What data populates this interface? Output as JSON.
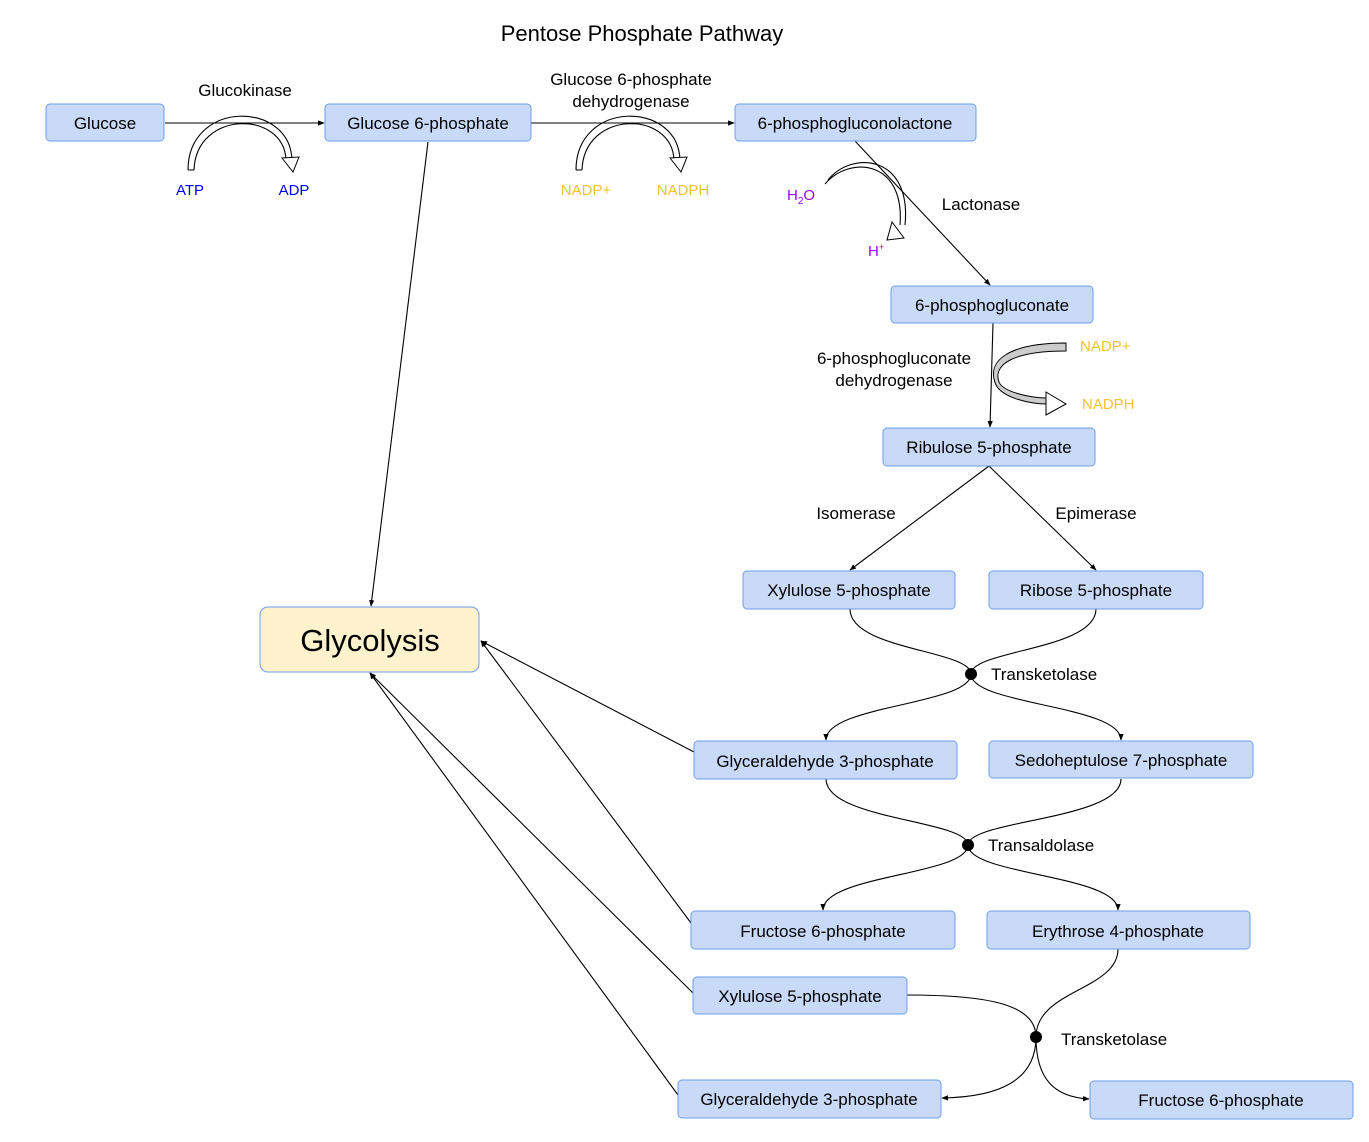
{
  "title": "Pentose Phosphate Pathway",
  "nodes": {
    "glucose": "Glucose",
    "g6p": "Glucose 6-phosphate",
    "pgl": "6-phosphogluconolactone",
    "pg": "6-phosphogluconate",
    "ru5p": "Ribulose 5-phosphate",
    "xu5p_1": "Xylulose 5-phosphate",
    "r5p": "Ribose 5-phosphate",
    "ga3p_1": "Glyceraldehyde 3-phosphate",
    "s7p": "Sedoheptulose 7-phosphate",
    "f6p_1": "Fructose 6-phosphate",
    "e4p": "Erythrose 4-phosphate",
    "xu5p_2": "Xylulose 5-phosphate",
    "ga3p_2": "Glyceraldehyde 3-phosphate",
    "f6p_2": "Fructose 6-phosphate",
    "glycolysis": "Glycolysis"
  },
  "enzymes": {
    "glucokinase": "Glucokinase",
    "g6pd_line1": "Glucose 6-phosphate",
    "g6pd_line2": "dehydrogenase",
    "lactonase": "Lactonase",
    "pgd_line1": "6-phosphogluconate",
    "pgd_line2": "dehydrogenase",
    "isomerase": "Isomerase",
    "epimerase": "Epimerase",
    "transketolase_1": "Transketolase",
    "transaldolase": "Transaldolase",
    "transketolase_2": "Transketolase"
  },
  "cofactors": {
    "atp": "ATP",
    "adp": "ADP",
    "nadp_1": "NADP+",
    "nadph_1": "NADPH",
    "h2o_h": "H",
    "h2o_sub": "2",
    "h2o_o": "O",
    "hplus_h": "H",
    "hplus_sup": "+",
    "nadp_2": "NADP+",
    "nadph_2": "NADPH"
  },
  "colors": {
    "node_fill": "#c9daf8",
    "node_border": "#6d9eeb",
    "glycolysis_fill": "#fff2cc",
    "atp_adp": "#0000ff",
    "nadp": "#f1c232",
    "water_proton": "#9900ff"
  }
}
